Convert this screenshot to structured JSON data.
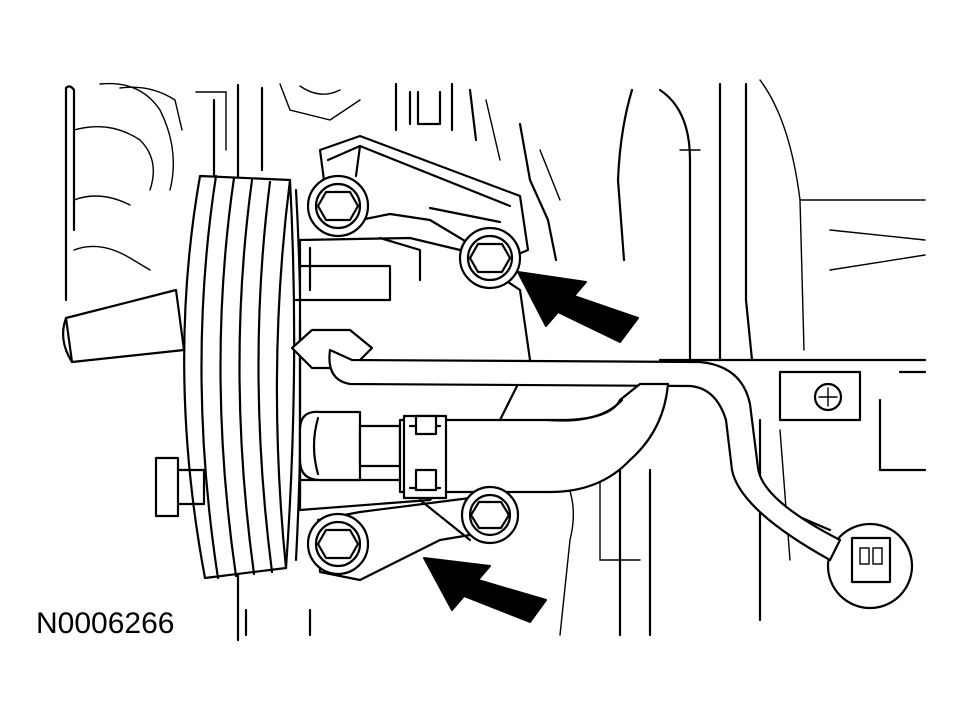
{
  "figure": {
    "id_label": "N0006266",
    "background": "#ffffff",
    "ink": "#000000",
    "callouts": [
      "arrow-upper-bolt",
      "arrow-lower-bolts"
    ]
  }
}
